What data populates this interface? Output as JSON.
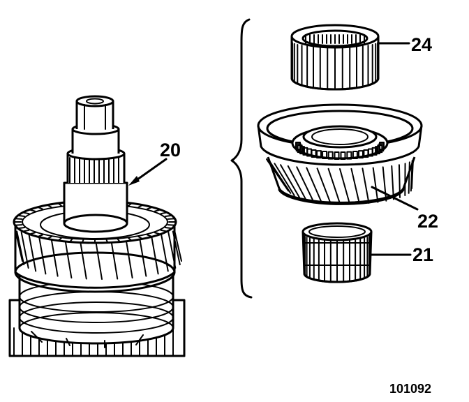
{
  "callouts": {
    "c20": "20",
    "c21": "21",
    "c22": "22",
    "c24": "24"
  },
  "figure_ref": "101092"
}
